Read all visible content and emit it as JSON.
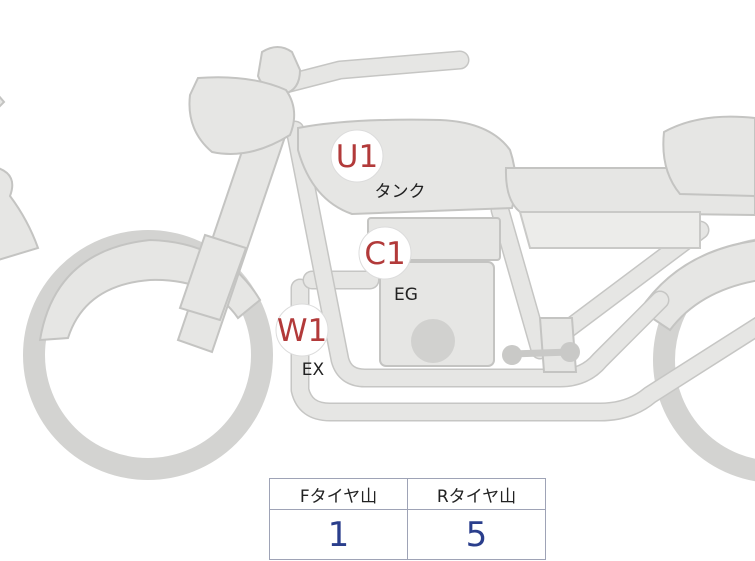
{
  "parts": [
    {
      "code": "U1",
      "desc": "タンク"
    },
    {
      "code": "C1",
      "desc": "EG"
    },
    {
      "code": "W1",
      "desc": "EX"
    }
  ],
  "tire_table": {
    "headers": [
      "Fタイヤ山",
      "Rタイヤ山"
    ],
    "values": [
      "1",
      "5"
    ]
  },
  "colors": {
    "code_text": "#b23a3a",
    "value_text": "#2a3e8c",
    "bike_fill": "#e6e6e4",
    "bike_outline": "#c4c4c2",
    "table_border": "#9ea3b6"
  },
  "icons": [
    "motorcycle-illustration",
    "fork-icon",
    "headlight-icon",
    "fuel-tank-icon",
    "engine-icon",
    "exhaust-pipe-icon",
    "front-wheel-icon",
    "rear-wheel-icon",
    "seat-icon",
    "footrest-icon"
  ]
}
